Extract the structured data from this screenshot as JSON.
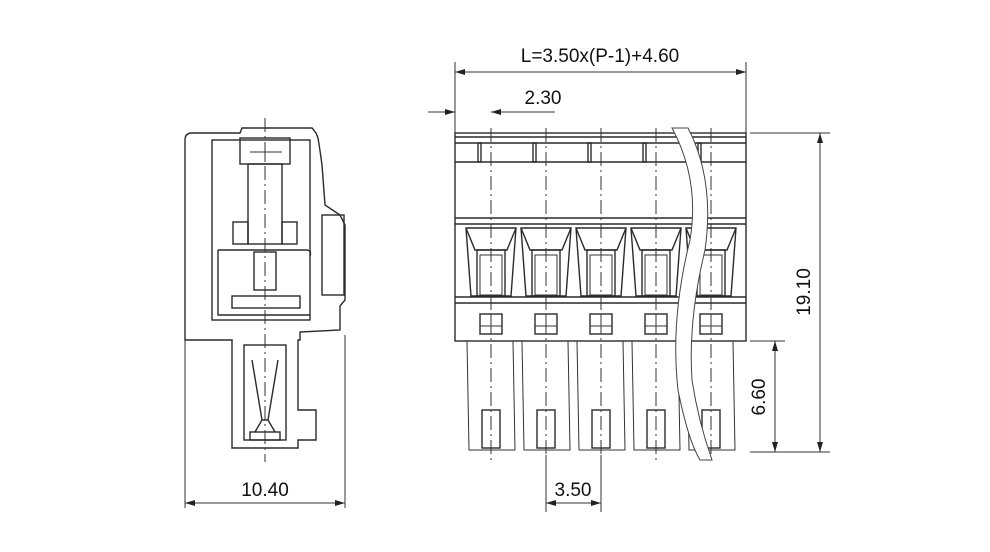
{
  "dimensions": {
    "length_formula": "L=3.50x(P-1)+4.60",
    "edge_offset": "2.30",
    "height_total": "19.10",
    "pin_height": "6.60",
    "pitch": "3.50",
    "depth": "10.40"
  },
  "front_view": {
    "pole_count_shown": 5
  },
  "colors": {
    "line": "#2a2a2a",
    "background": "#ffffff"
  }
}
